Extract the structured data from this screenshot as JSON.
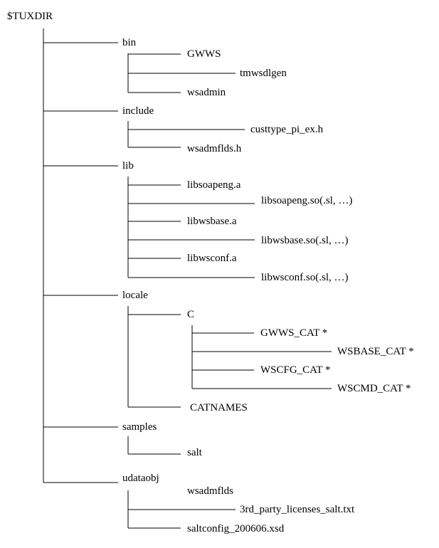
{
  "tree": {
    "root": "$TUXDIR",
    "nodes": {
      "bin": {
        "label": "bin",
        "children": {
          "gwws": "GWWS",
          "tmwsdlgen": "tmwsdlgen",
          "wsadmin": "wsadmin"
        }
      },
      "include": {
        "label": "include",
        "children": {
          "custtype": "custtype_pi_ex.h",
          "wsadmflds_h": "wsadmflds.h"
        }
      },
      "lib": {
        "label": "lib",
        "children": {
          "libsoapeng_a": "libsoapeng.a",
          "libsoapeng_so": "libsoapeng.so(.sl, …)",
          "libwsbase_a": "libwsbase.a",
          "libwsbase_so": "libwsbase.so(.sl, …)",
          "libwsconf_a": "libwsconf.a",
          "libwsconf_so": "libwsconf.so(.sl, …)"
        }
      },
      "locale": {
        "label": "locale",
        "children": {
          "c": {
            "label": "C",
            "children": {
              "gwws_cat": "GWWS_CAT *",
              "wsbase_cat": "WSBASE_CAT *",
              "wscfg_cat": "WSCFG_CAT *",
              "wscmd_cat": "WSCMD_CAT *"
            }
          },
          "catnames": "CATNAMES"
        }
      },
      "samples": {
        "label": "samples",
        "children": {
          "salt": "salt"
        }
      },
      "udataobj": {
        "label": "udataobj",
        "children": {
          "wsadmflds": "wsadmflds",
          "licenses": "3rd_party_licenses_salt.txt",
          "saltconfig": "saltconfig_200606.xsd"
        }
      }
    }
  }
}
